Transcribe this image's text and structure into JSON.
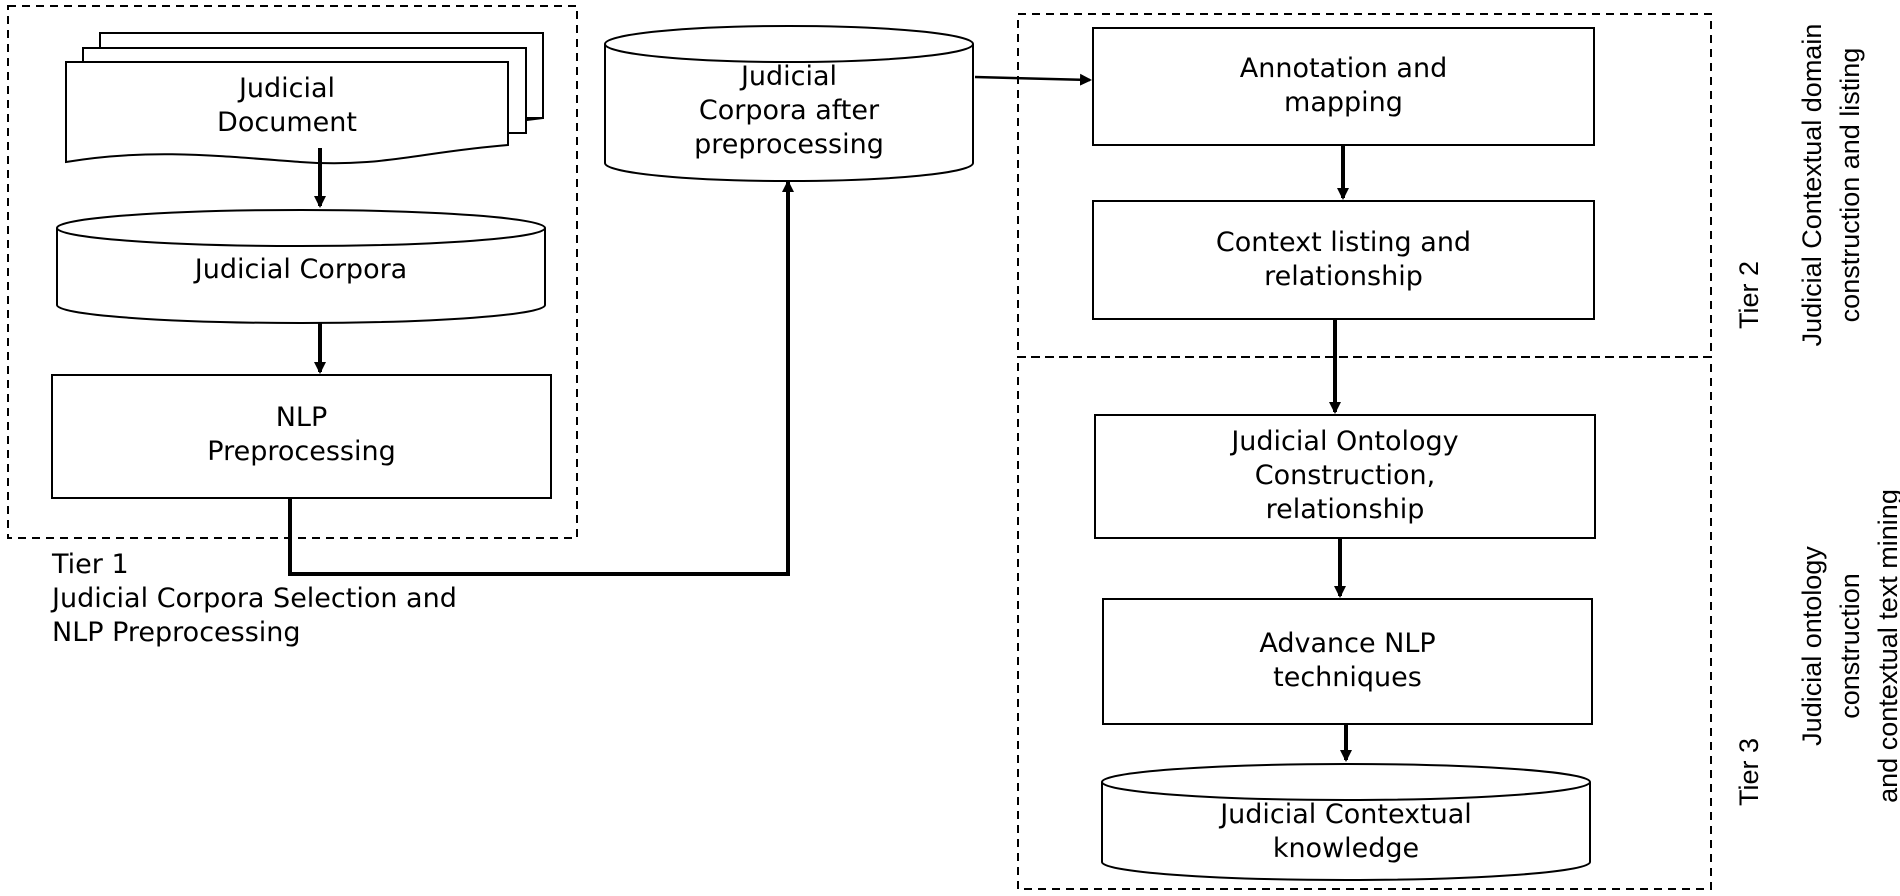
{
  "nodes": {
    "judicial_document": "Judicial\nDocument",
    "judicial_corpora": "Judicial Corpora",
    "nlp_preprocessing": "NLP\nPreprocessing",
    "corpora_after_preprocessing": "Judicial\nCorpora after\npreprocessing",
    "annotation_mapping": "Annotation and\nmapping",
    "context_listing": "Context listing and\nrelationship",
    "ontology_construction": "Judicial Ontology\nConstruction,\nrelationship",
    "advance_nlp": "Advance NLP\ntechniques",
    "contextual_knowledge": "Judicial  Contextual\nknowledge"
  },
  "tiers": {
    "tier1_caption": "Tier 1\nJudicial Corpora  Selection and\nNLP Preprocessing",
    "tier2_label": "Tier 2",
    "tier2_desc": "Judicial Contextual domain\nconstruction and listing",
    "tier3_label": "Tier 3",
    "tier3_desc": "Judicial ontology construction\nand contextual text mining"
  }
}
